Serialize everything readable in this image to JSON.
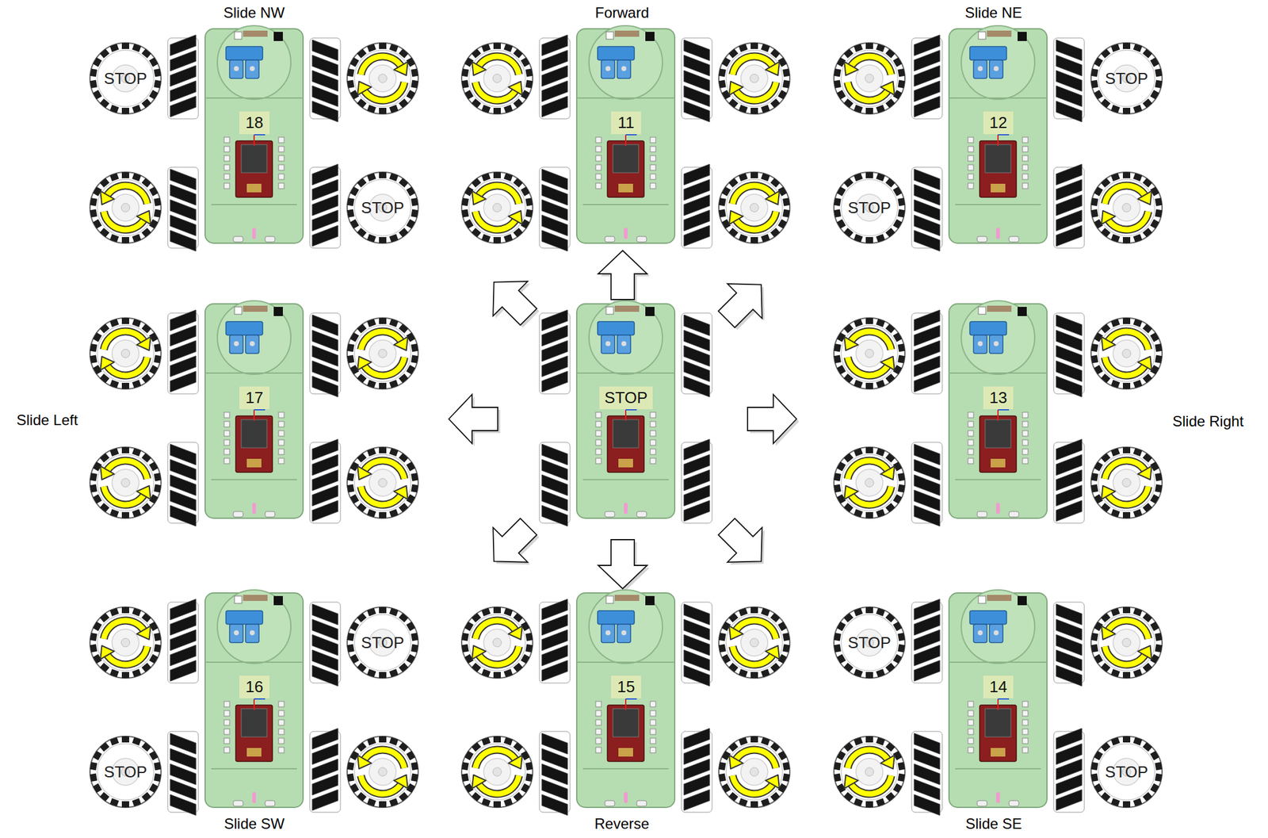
{
  "diagram": {
    "nodes": [
      {
        "text": [
          "STOP"
        ]
      },
      {
        "text": [
          "STOP"
        ]
      },
      {
        "text": [
          "18"
        ]
      },
      {
        "text": [
          "11"
        ]
      },
      {
        "text": [
          "12"
        ]
      },
      {
        "text": [
          "STOP"
        ]
      },
      {
        "text": [
          "STOP"
        ]
      },
      {
        "text": [
          "17"
        ]
      },
      {
        "text": [
          "STOP"
        ]
      },
      {
        "text": [
          "13"
        ]
      },
      {
        "text": [
          "STOP"
        ]
      },
      {
        "text": [
          "STOP"
        ]
      },
      {
        "text": [
          "16"
        ]
      },
      {
        "text": [
          "15"
        ]
      },
      {
        "text": [
          "14"
        ]
      },
      {
        "text": [
          "STOP"
        ]
      },
      {
        "text": [
          "STOP"
        ]
      }
    ],
    "labels": [
      "Slide NW",
      "Forward",
      "Slide NE",
      "Slide Left",
      "Slide Right",
      "Slide SW",
      "Reverse",
      "Slide SE"
    ]
  }
}
